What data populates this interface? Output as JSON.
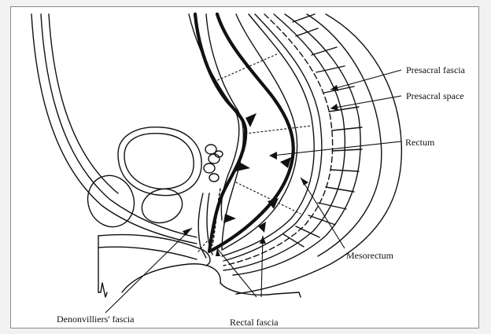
{
  "labels": {
    "presacral_fascia": "Presacral fascia",
    "presacral_space": "Presacral space",
    "rectum": "Rectum",
    "mesorectum": "Mesorectum",
    "denonvilliers_fascia": "Denonvilliers' fascia",
    "rectal_fascia": "Rectal fascia"
  },
  "colors": {
    "ink": "#111111",
    "paper": "#ffffff",
    "frame": "#8a8a8a",
    "background": "#f2f2f2"
  }
}
